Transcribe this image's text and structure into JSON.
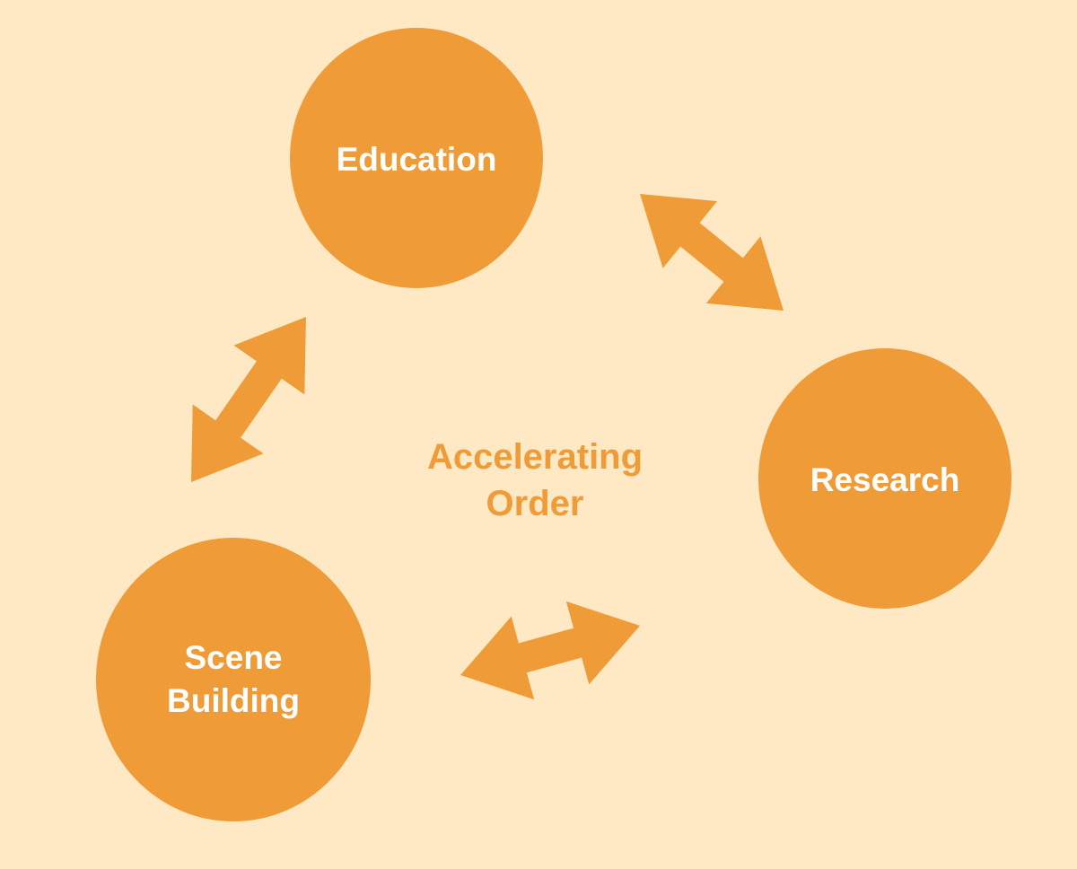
{
  "diagram": {
    "center_label": "Accelerating\nOrder",
    "nodes": [
      {
        "id": "education",
        "label": "Education"
      },
      {
        "id": "research",
        "label": "Research"
      },
      {
        "id": "scene-building",
        "label": "Scene\nBuilding"
      }
    ],
    "connections": [
      {
        "from": "education",
        "to": "research",
        "bidirectional": true
      },
      {
        "from": "research",
        "to": "scene-building",
        "bidirectional": true
      },
      {
        "from": "scene-building",
        "to": "education",
        "bidirectional": true
      }
    ]
  },
  "colors": {
    "background": "#FFE8C4",
    "accent": "#EF9C38",
    "node_text": "#FFFFFF"
  }
}
